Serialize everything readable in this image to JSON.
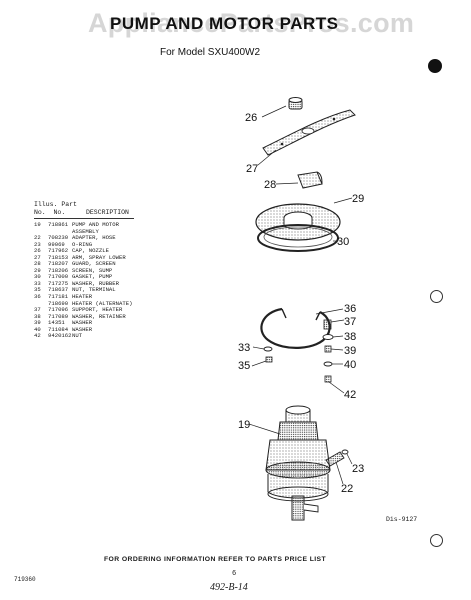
{
  "watermark": "AppliancePartsPros.com",
  "title": "PUMP AND MOTOR PARTS",
  "subtitle": "For Model SXU400W2",
  "table": {
    "header_no_line1": "Illus.",
    "header_no_line2": "No.",
    "header_part_line1": "Part",
    "header_part_line2": "No.",
    "header_desc": "DESCRIPTION",
    "rows": [
      {
        "no": "19",
        "part": "718861",
        "desc": "PUMP AND MOTOR"
      },
      {
        "no": "",
        "part": "",
        "desc": "ASSEMBLY"
      },
      {
        "no": "22",
        "part": "708230",
        "desc": "ADAPTER, HOSE"
      },
      {
        "no": "23",
        "part": "99069",
        "desc": "O-RING"
      },
      {
        "no": "26",
        "part": "717962",
        "desc": "CAP, NOZZLE"
      },
      {
        "no": "27",
        "part": "718153",
        "desc": "ARM, SPRAY LOWER"
      },
      {
        "no": "28",
        "part": "718207",
        "desc": "GUARD, SCREEN"
      },
      {
        "no": "29",
        "part": "718206",
        "desc": "SCREEN, SUMP"
      },
      {
        "no": "30",
        "part": "717000",
        "desc": "GASKET, PUMP"
      },
      {
        "no": "33",
        "part": "717275",
        "desc": "WASHER, RUBBER"
      },
      {
        "no": "35",
        "part": "718637",
        "desc": "NUT, TERMINAL"
      },
      {
        "no": "36",
        "part": "717181",
        "desc": "HEATER"
      },
      {
        "no": "",
        "part": "718690",
        "desc": "HEATER (ALTERNATE)"
      },
      {
        "no": "37",
        "part": "717096",
        "desc": "SUPPORT, HEATER"
      },
      {
        "no": "38",
        "part": "717089",
        "desc": "WASHER, RETAINER"
      },
      {
        "no": "39",
        "part": "14351",
        "desc": "WASHER"
      },
      {
        "no": "40",
        "part": "711084",
        "desc": "WASHER"
      },
      {
        "no": "42",
        "part": "9420162",
        "desc": "NUT"
      }
    ]
  },
  "callouts": {
    "c26": "26",
    "c27": "27",
    "c28": "28",
    "c29": "29",
    "c30": "30",
    "c36": "36",
    "c37": "37",
    "c38": "38",
    "c39": "39",
    "c40": "40",
    "c42": "42",
    "c33": "33",
    "c35": "35",
    "c19": "19",
    "c23": "23",
    "c22": "22"
  },
  "drawing_number": "Dis-9127",
  "footer": "FOR ORDERING INFORMATION REFER TO PARTS PRICE LIST",
  "doc_code": "719360",
  "page_number": "6",
  "handwritten_note": "492-B-14"
}
